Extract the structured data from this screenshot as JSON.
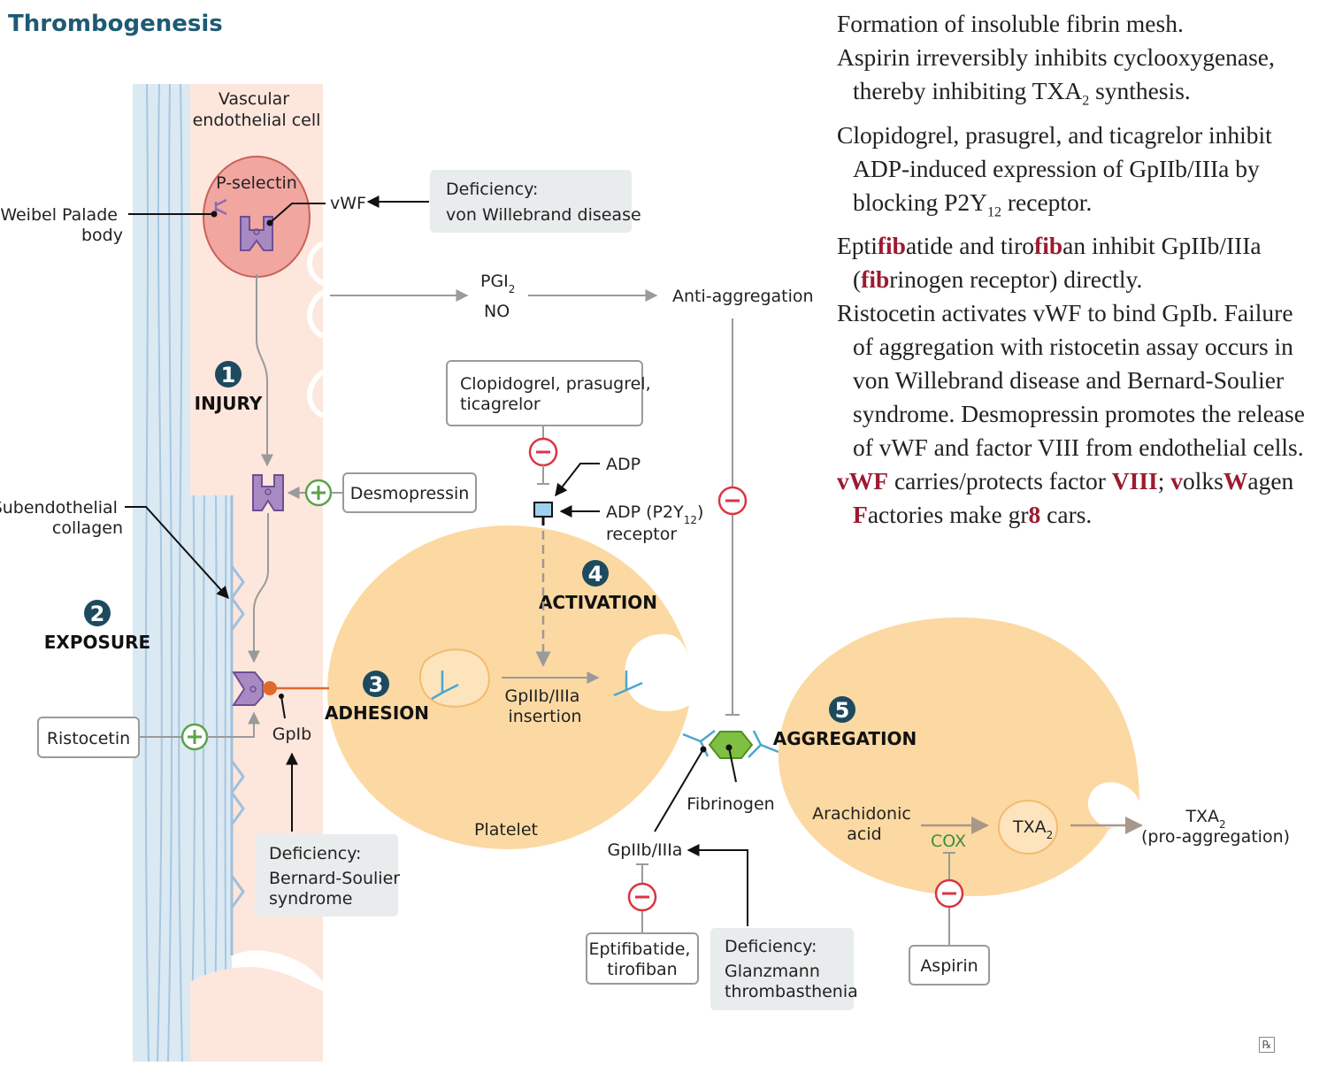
{
  "title": "Thrombogenesis",
  "labels": {
    "vascular_endothelial_cell": [
      "Vascular",
      "endothelial cell"
    ],
    "p_selectin": "P-selectin",
    "weibel_palade_body": [
      "Weibel Palade",
      "body"
    ],
    "vwf": "vWF",
    "deficiency_vwd": [
      "Deficiency:",
      "von Willebrand disease"
    ],
    "pgi2_main": "PGI",
    "pgi2_sub": "2",
    "no": "NO",
    "anti_aggregation": "Anti-aggregation",
    "injury": "INJURY",
    "clopidogrel_box": [
      "Clopidogrel, prasugrel,",
      "ticagrelor"
    ],
    "adp": "ADP",
    "adp_receptor_main": "ADP (P2Y",
    "adp_receptor_sub": "12",
    "adp_receptor_close": ")",
    "receptor": "receptor",
    "desmopressin": "Desmopressin",
    "subendothelial_collagen": [
      "Subendothelial",
      "collagen"
    ],
    "exposure": "EXPOSURE",
    "activation": "ACTIVATION",
    "adhesion": "ADHESION",
    "gp_insertion": [
      "GpIIb/IIIa",
      "insertion"
    ],
    "ristocetin": "Ristocetin",
    "gpib": "GpIb",
    "platelet": "Platelet",
    "deficiency_bss": [
      "Deficiency:",
      "Bernard-Soulier",
      "syndrome"
    ],
    "fibrinogen": "Fibrinogen",
    "aggregation": "AGGREGATION",
    "arachidonic_acid": [
      "Arachidonic",
      "acid"
    ],
    "cox": "COX",
    "txa2_main": "TXA",
    "txa2_sub": "2",
    "txa2_pro_main": "TXA",
    "txa2_pro_sub": "2",
    "pro_aggregation": "(pro-aggregation)",
    "gpiib_iiia": "GpIIb/IIIa",
    "eptifibatide_box": [
      "Eptifibatide,",
      "tirofiban"
    ],
    "deficiency_glanzmann": [
      "Deficiency:",
      "Glanzmann",
      "thrombasthenia"
    ],
    "aspirin": "Aspirin"
  },
  "steps": [
    "1",
    "2",
    "3",
    "4",
    "5"
  ],
  "notes": [
    [
      {
        "t": "Formation of insoluble fibrin mesh."
      }
    ],
    [
      {
        "t": "Aspirin irreversibly inhibits cyclooxygenase, thereby inhibiting TXA"
      },
      {
        "t": "2",
        "sub": true
      },
      {
        "t": " synthesis."
      }
    ],
    [
      {
        "t": "Clopidogrel, prasugrel, and ticagrelor inhibit ADP-induced expression of GpIIb/IIIa by blocking P2Y"
      },
      {
        "t": "12",
        "sub": true
      },
      {
        "t": " receptor."
      }
    ],
    [
      {
        "t": "Epti"
      },
      {
        "t": "fib",
        "red": true
      },
      {
        "t": "atide and tiro"
      },
      {
        "t": "fib",
        "red": true
      },
      {
        "t": "an inhibit GpIIb/IIIa ("
      },
      {
        "t": "fib",
        "red": true
      },
      {
        "t": "rinogen receptor) directly."
      }
    ],
    [
      {
        "t": "Ristocetin activates vWF to bind GpIb. Failure of aggregation with ristocetin assay occurs in von Willebrand disease and Bernard-Soulier syndrome. Desmopressin promotes the release of vWF and factor VIII from endothelial cells."
      }
    ],
    [
      {
        "t": "vWF",
        "red": true
      },
      {
        "t": " carries/protects factor "
      },
      {
        "t": "VIII",
        "red": true
      },
      {
        "t": "; "
      },
      {
        "t": "v",
        "red": true
      },
      {
        "t": "olks"
      },
      {
        "t": "W",
        "red": true
      },
      {
        "t": "agen "
      },
      {
        "t": "F",
        "red": true
      },
      {
        "t": "actories make gr"
      },
      {
        "t": "8",
        "red": true
      },
      {
        "t": " cars."
      }
    ]
  ],
  "notes_lines": [
    [
      "Formation of insoluble fibrin mesh."
    ],
    [
      "Aspirin irreversibly inhibits cyclooxygenase,",
      "thereby inhibiting TXA|2| synthesis."
    ],
    [
      "Clopidogrel, prasugrel, and ticagrelor inhibit",
      "ADP-induced expression of GpIIb/IIIa by",
      "blocking P2Y|12| receptor."
    ],
    [
      "Epti*fib*atide and tiro*fib*an inhibit GpIIb/IIIa",
      "(*fib*rinogen receptor) directly."
    ],
    [
      "Ristocetin activates vWF to bind GpIb. Failure",
      "of aggregation with ristocetin assay occurs in",
      "von Willebrand disease and Bernard-Soulier",
      "syndrome. Desmopressin promotes the release",
      "of vWF and factor VIII from endothelial cells."
    ],
    [
      "*vWF* carries/protects factor *VIII*; *v*olks*W*agen",
      "*F*actories make gr*8* cars."
    ]
  ],
  "colors": {
    "title": "#1d5b73",
    "step_circle": "#1d4a5e",
    "endothelium": "#fde6dc",
    "collagen": "#dbe9f3",
    "platelet": "#fcd9a2",
    "weibel_body": "#f1a6a0",
    "receptor": "#a88ac3",
    "inhibit": "#d93541",
    "stimulate": "#5ba24a",
    "fibrinogen": "#7fbf41",
    "highlight_red": "#9b1b30",
    "cox": "#3b8e3b",
    "arrow": "#9a9a9a"
  },
  "icons": [
    "plus-icon",
    "minus-icon",
    "rx-icon"
  ],
  "rx": "℞"
}
